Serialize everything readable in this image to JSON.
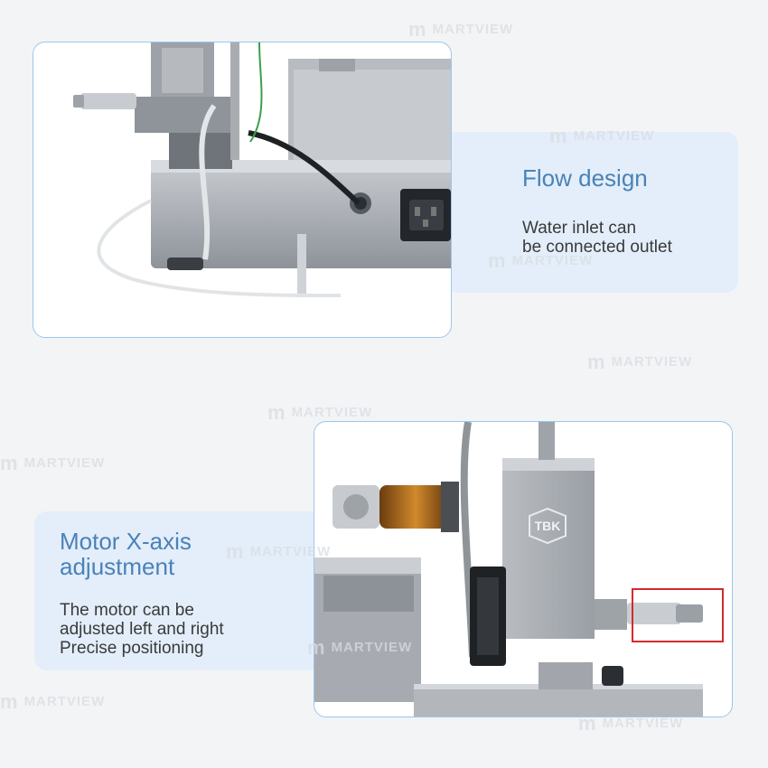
{
  "watermark": {
    "text": "MARTVIEW"
  },
  "section_top": {
    "title": "Flow design",
    "lines": [
      "Water inlet can",
      "be connected outlet"
    ]
  },
  "section_bottom": {
    "title_lines": [
      "Motor X-axis",
      "adjustment"
    ],
    "lines": [
      "The motor can be",
      "adjusted left and right",
      "Precise positioning"
    ],
    "device_logo": "TBK"
  },
  "colors": {
    "accent_blue": "#4a82b8",
    "panel_fill": "#e3eefa",
    "panel_border": "#9cc6ea",
    "highlight_red": "#d22b2b"
  }
}
